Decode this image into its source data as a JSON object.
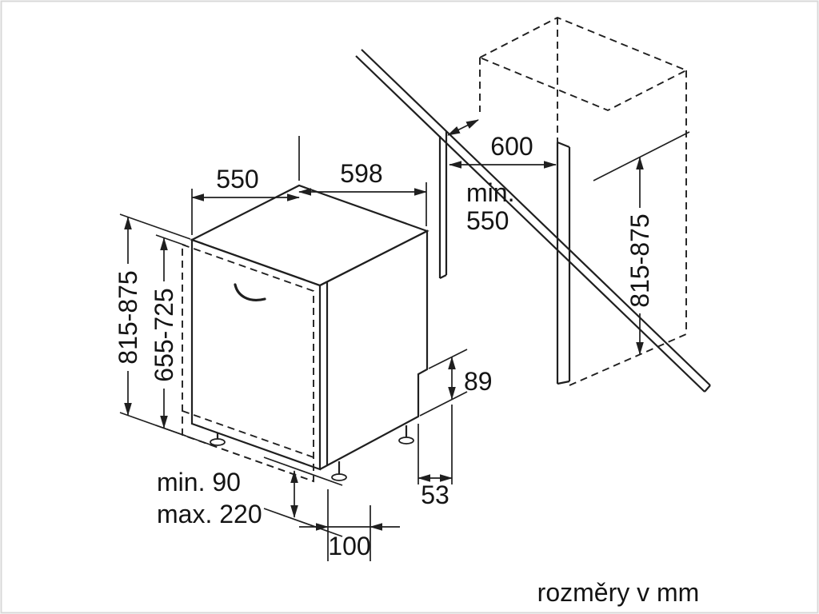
{
  "diagram": {
    "caption": "rozměry v mm",
    "dims": {
      "top_depth": "550",
      "top_width": "598",
      "niche_width": "600",
      "niche_depth_prefix": "min.",
      "niche_depth_value": "550",
      "total_height": "815-875",
      "front_panel_height": "655-725",
      "niche_height": "815-875",
      "base_step_height": "89",
      "plinth_recess": "53",
      "plinth_min": "min. 90",
      "plinth_max": "max. 220",
      "front_foot_offset": "100"
    },
    "colors": {
      "line": "#1f1f1f",
      "background": "#ffffff"
    }
  }
}
